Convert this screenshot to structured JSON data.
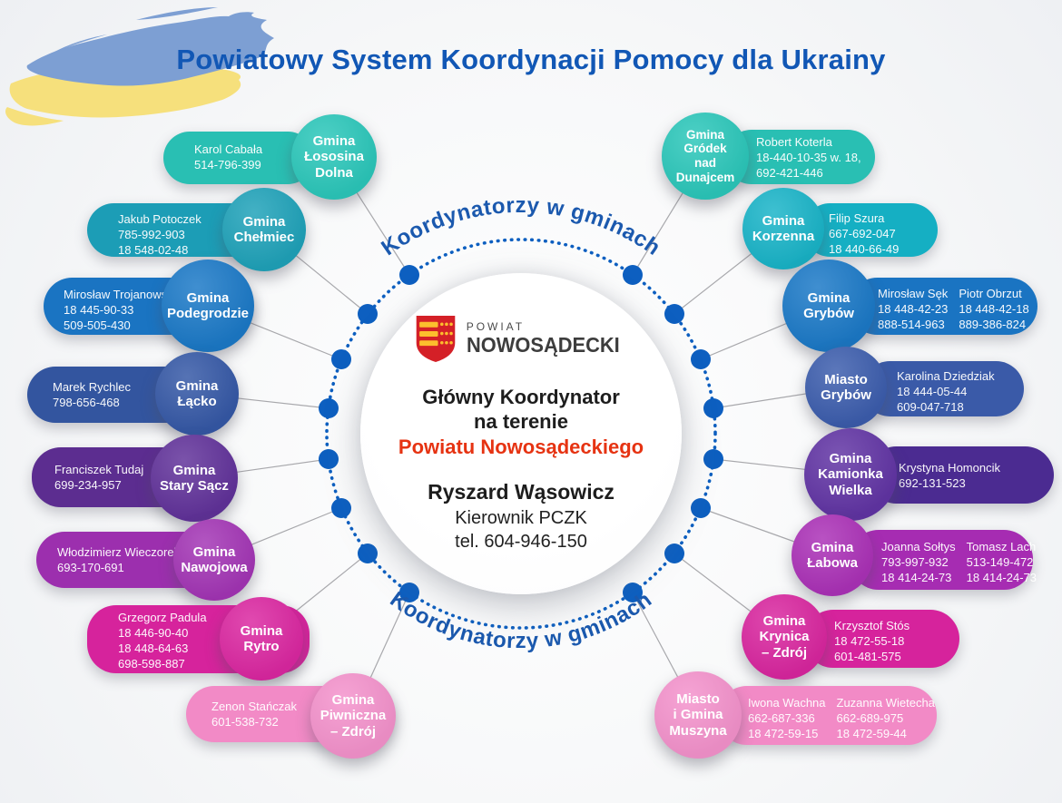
{
  "title": "Powiatowy System Koordynacji Pomocy dla Ukrainy",
  "arc_label_top": "Koordynatorzy w gminach",
  "arc_label_bottom": "Koordynatorzy w gminach",
  "colors": {
    "title": "#1157b5",
    "arc_text": "#1b59ae",
    "ring": "#0d5fc0",
    "connector": "#a8a8ac",
    "flag_blue": "#7d9fd3",
    "flag_yellow": "#f6e07c",
    "accent_red": "#e63312",
    "logo_red": "#d42027",
    "logo_yellow": "#fcbf2d"
  },
  "center": {
    "logo_line1": "POWIAT",
    "logo_line2": "NOWOSĄDECKI",
    "heading1": "Główny Koordynator",
    "heading2": "na terenie",
    "heading3": "Powiatu Nowosądeckiego",
    "coordinator_name": "Ryszard Wąsowicz",
    "coordinator_role": "Kierownik PCZK",
    "coordinator_phone": "tel. 604-946-150"
  },
  "gminas": [
    {
      "name": "Gmina\nŁososina\nDolna",
      "contacts": [
        "Karol Cabała\n514-796-399"
      ],
      "pill_color": "#29bfb3",
      "circle_color": "#2bc7ba"
    },
    {
      "name": "Gmina\nChełmiec",
      "contacts": [
        "Jakub Potoczek\n785-992-903\n18 548-02-48"
      ],
      "pill_color": "#1c9db6",
      "circle_color": "#1fa2b9"
    },
    {
      "name": "Gmina\nPodegrodzie",
      "contacts": [
        "Mirosław Trojanowski\n18 445-90-33\n509-505-430"
      ],
      "pill_color": "#1a74c2",
      "circle_color": "#1b79c7"
    },
    {
      "name": "Gmina\nŁącko",
      "contacts": [
        "Marek Rychlec\n798-656-468"
      ],
      "pill_color": "#33559f",
      "circle_color": "#3558a6"
    },
    {
      "name": "Gmina\nStary Sącz",
      "contacts": [
        "Franciszek Tudaj\n699-234-957"
      ],
      "pill_color": "#5c2d90",
      "circle_color": "#61329a"
    },
    {
      "name": "Gmina\nNawojowa",
      "contacts": [
        "Włodzimierz Wieczorek\n693-170-691"
      ],
      "pill_color": "#9c2fae",
      "circle_color": "#a335b5"
    },
    {
      "name": "Gmina\nRytro",
      "contacts": [
        "Grzegorz Padula\n18 446-90-40\n18 448-64-63\n698-598-887"
      ],
      "pill_color": "#d6239c",
      "circle_color": "#db27a1"
    },
    {
      "name": "Gmina\nPiwniczna\n– Zdrój",
      "contacts": [
        "Zenon Stańczak\n601-538-732"
      ],
      "pill_color": "#f28ac6",
      "circle_color": "#f492cc"
    },
    {
      "name": "Gmina\nGródek\nnad\nDunajcem",
      "contacts": [
        "Robert Koterla\n18-440-10-35 w. 18,\n692-421-446"
      ],
      "pill_color": "#29bfb3",
      "circle_color": "#2bc7ba"
    },
    {
      "name": "Gmina\nKorzenna",
      "contacts": [
        "Filip Szura\n667-692-047\n18 440-66-49"
      ],
      "pill_color": "#15afc3",
      "circle_color": "#19b4c8"
    },
    {
      "name": "Gmina\nGrybów",
      "contacts": [
        "Mirosław Sęk\n18 448-42-23\n888-514-963",
        "Piotr Obrzut\n18 448-42-18\n889-386-824"
      ],
      "pill_color": "#1a74c2",
      "circle_color": "#1b79c7"
    },
    {
      "name": "Miasto\nGrybów",
      "contacts": [
        "Karolina Dziedziak\n18 444-05-44\n609-047-718"
      ],
      "pill_color": "#3a5aa8",
      "circle_color": "#3c5dad"
    },
    {
      "name": "Gmina\nKamionka\nWielka",
      "contacts": [
        "Krystyna Homoncik\n692-131-523"
      ],
      "pill_color": "#4b2b91",
      "circle_color": "#6134a4"
    },
    {
      "name": "Gmina\nŁabowa",
      "contacts": [
        "Joanna Sołtys\n793-997-932\n18 414-24-73",
        "Tomasz Lach\n513-149-472\n18 414-24-73"
      ],
      "pill_color": "#a62cb2",
      "circle_color": "#ab31b7"
    },
    {
      "name": "Gmina\nKrynica\n– Zdrój",
      "contacts": [
        "Krzysztof Stós\n18 472-55-18\n601-481-575"
      ],
      "pill_color": "#d6239c",
      "circle_color": "#d9269f"
    },
    {
      "name": "Miasto\ni Gmina\nMuszyna",
      "contacts": [
        "Iwona Wachna\n662-687-336\n18 472-59-15",
        "Zuzanna Wietecha\n662-689-975\n18 472-59-44"
      ],
      "pill_color": "#f28ac6",
      "circle_color": "#f492cc"
    }
  ]
}
